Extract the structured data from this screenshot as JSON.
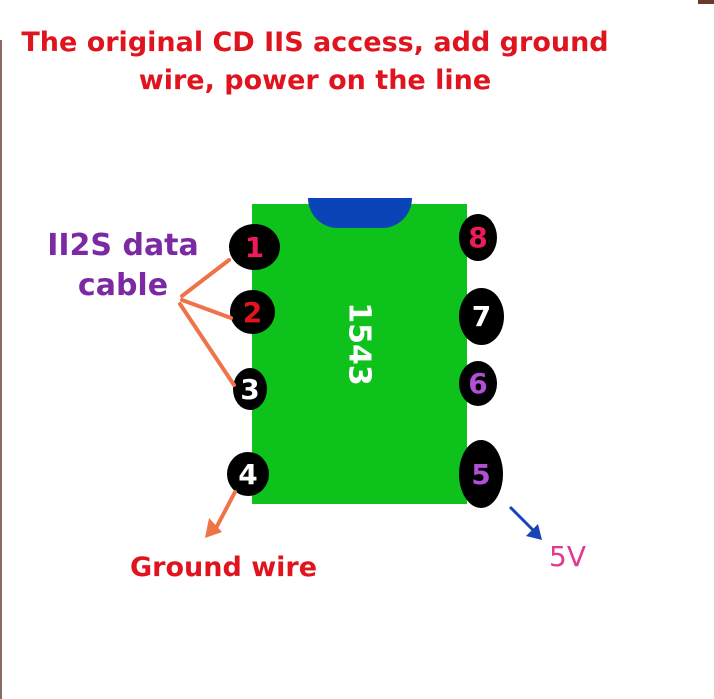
{
  "title": "The original CD IIS access, add ground wire, power on the line",
  "chip": {
    "label": "1543",
    "color": "#0cc21b",
    "notch_color": "#0a44b8"
  },
  "pins": [
    {
      "number": "1",
      "color": "#ee1b5a"
    },
    {
      "number": "2",
      "color": "#e3141c"
    },
    {
      "number": "3",
      "color": "#ffffff"
    },
    {
      "number": "4",
      "color": "#ffffff"
    },
    {
      "number": "5",
      "color": "#b14fd9"
    },
    {
      "number": "6",
      "color": "#b14fd9"
    },
    {
      "number": "7",
      "color": "#ffffff"
    },
    {
      "number": "8",
      "color": "#ee1b5a"
    }
  ],
  "labels": {
    "iis_data": "II2S data cable",
    "ground": "Ground wire",
    "v5": "5V"
  },
  "colors": {
    "title": "#e0141e",
    "iis_arrow": "#ee7447",
    "v5_arrow": "#1745b8"
  }
}
